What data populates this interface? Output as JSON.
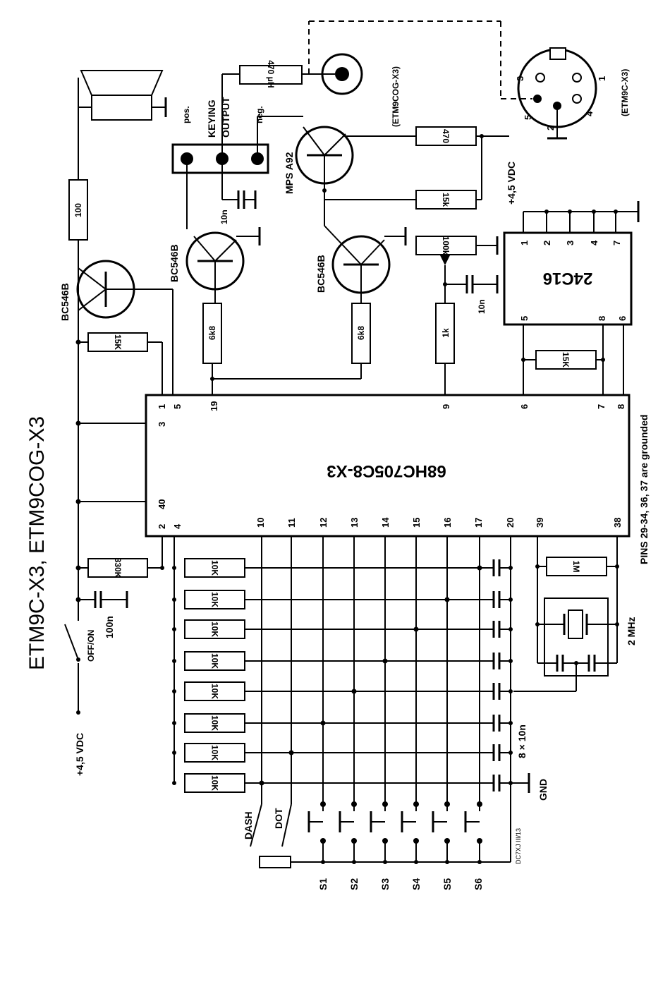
{
  "title": "ETM9C-X3, ETM9COG-X3",
  "mcu": {
    "name": "68HC705C8-X3",
    "pins_top": [
      "1",
      "5",
      "19",
      "9",
      "6",
      "7",
      "8",
      "3"
    ],
    "pins_bottom": [
      "40",
      "2",
      "4",
      "10",
      "11",
      "12",
      "13",
      "14",
      "15",
      "16",
      "17",
      "20",
      "39",
      "38"
    ],
    "grounded_note": "PINS 29-34, 36, 37 are grounded"
  },
  "eeprom": {
    "name": "24C16",
    "pins": [
      "1",
      "2",
      "3",
      "4",
      "7",
      "5",
      "8",
      "6"
    ]
  },
  "transistors": {
    "q1": "BC546B",
    "q2": "BC546B",
    "q3": "BC546B",
    "q4": "MPS A92"
  },
  "resistors": {
    "r100": "100",
    "r15k_1": "15K",
    "r6k8_1": "6k8",
    "r6k8_2": "6k8",
    "r1k": "1k",
    "r100k": "100k",
    "r15k_2": "15k",
    "r470": "470",
    "r15k_eeprom": "15K",
    "r330k": "330K",
    "r10k": "10K",
    "r1m": "1M",
    "inductor": "470 μH"
  },
  "capacitors": {
    "c100n": "100n",
    "c10n_keying": "10n",
    "c10n_pot": "10n",
    "c_array": "8 × 10n"
  },
  "labels": {
    "vdc_top": "+4,5 VDC",
    "vdc_left": "+4,5 VDC",
    "switch": "OFF/ON",
    "keying": "KEYING",
    "output": "OUTPUT",
    "pos": "pos.",
    "neg": "neg.",
    "crystal": "2 MHz",
    "gnd": "GND",
    "dash": "DASH",
    "dot": "DOT",
    "etm9cog": "(ETM9COG-X3)",
    "etm9c": "(ETM9C-X3)",
    "credit": "DC7XJ III/13"
  },
  "din_pins": [
    "3",
    "1",
    "5",
    "2",
    "4"
  ],
  "switches": [
    "S1",
    "S2",
    "S3",
    "S4",
    "S5",
    "S6"
  ]
}
